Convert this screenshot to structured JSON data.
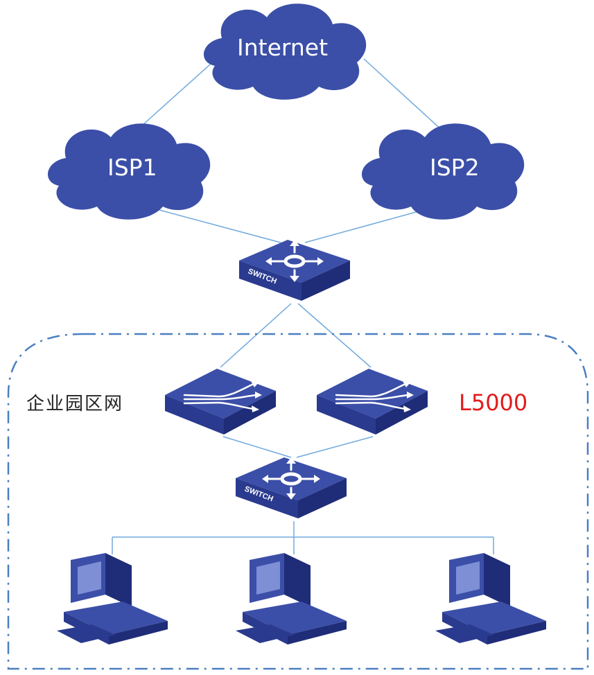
{
  "clouds": {
    "internet": "Internet",
    "isp1": "ISP1",
    "isp2": "ISP2"
  },
  "switch_label": "SWITCH",
  "campus_label": "企业园区网",
  "device_model": "L5000",
  "colors": {
    "device_top": "#3b4fa8",
    "device_side": "#1f2c78",
    "device_front": "#2a3a8f",
    "link_line": "#6fa8dc",
    "boundary": "#4a7fc1",
    "model_text": "#e31b1b"
  },
  "icons": [
    "cloud-icon",
    "switch-icon",
    "router-icon",
    "computer-icon"
  ]
}
